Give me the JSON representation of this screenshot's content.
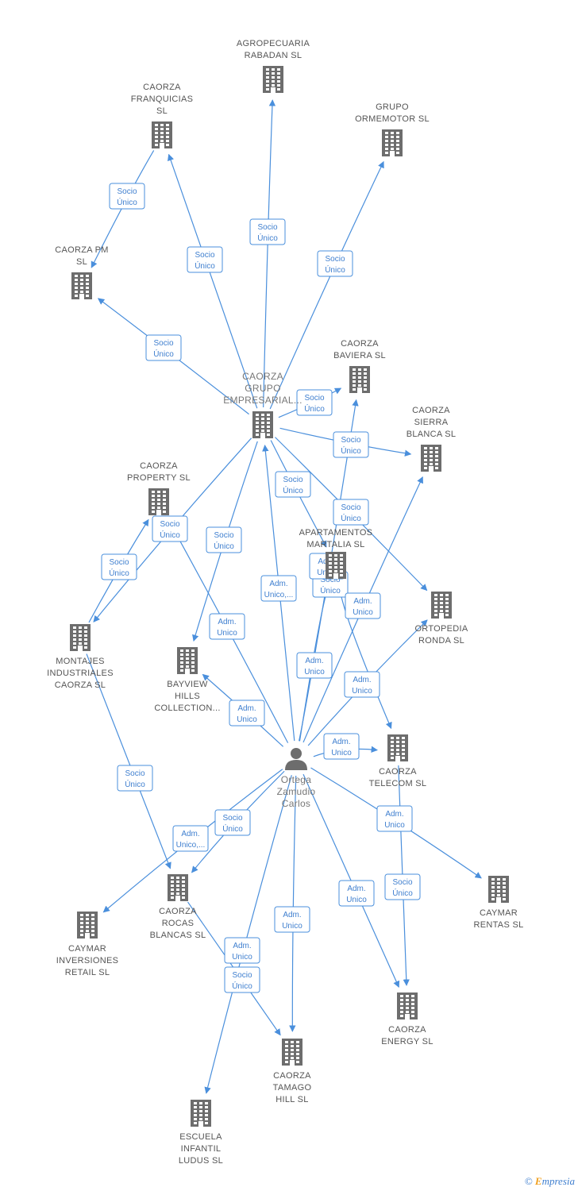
{
  "person": {
    "id": "ortega",
    "label_lines": [
      "Ortega",
      "Zamudio",
      "Carlos"
    ]
  },
  "companies": [
    {
      "id": "agropecuaria",
      "label_lines": [
        "AGROPECUARIA",
        "RABADAN  SL"
      ]
    },
    {
      "id": "franquicias",
      "label_lines": [
        "CAORZA",
        "FRANQUICIAS",
        "SL"
      ]
    },
    {
      "id": "ormemotor",
      "label_lines": [
        "GRUPO",
        "ORMEMOTOR SL"
      ]
    },
    {
      "id": "pm",
      "label_lines": [
        "CAORZA PM",
        "SL"
      ]
    },
    {
      "id": "grupo",
      "label_lines": [
        "CAORZA",
        "GRUPO",
        "EMPRESARIAL..."
      ]
    },
    {
      "id": "baviera",
      "label_lines": [
        "CAORZA",
        "BAVIERA  SL"
      ]
    },
    {
      "id": "sierra",
      "label_lines": [
        "CAORZA",
        "SIERRA",
        "BLANCA  SL"
      ]
    },
    {
      "id": "property",
      "label_lines": [
        "CAORZA",
        "PROPERTY  SL"
      ]
    },
    {
      "id": "martalia",
      "label_lines": [
        "APARTAMENTOS",
        "MARTALIA  SL"
      ]
    },
    {
      "id": "ortopedia",
      "label_lines": [
        "ORTOPEDIA",
        "RONDA  SL"
      ]
    },
    {
      "id": "montajes",
      "label_lines": [
        "MONTAJES",
        "INDUSTRIALES",
        "CAORZA SL"
      ]
    },
    {
      "id": "bayview",
      "label_lines": [
        "BAYVIEW",
        "HILLS",
        "COLLECTION..."
      ]
    },
    {
      "id": "telecom",
      "label_lines": [
        "CAORZA",
        "TELECOM  SL"
      ]
    },
    {
      "id": "caymar_rentas",
      "label_lines": [
        "CAYMAR",
        "RENTAS SL"
      ]
    },
    {
      "id": "caymar_inversiones",
      "label_lines": [
        "CAYMAR",
        "INVERSIONES",
        "RETAIL  SL"
      ]
    },
    {
      "id": "rocas",
      "label_lines": [
        "CAORZA",
        "ROCAS",
        "BLANCAS  SL"
      ]
    },
    {
      "id": "energy",
      "label_lines": [
        "CAORZA",
        "ENERGY  SL"
      ]
    },
    {
      "id": "tamago",
      "label_lines": [
        "CAORZA",
        "TAMAGO",
        "HILL  SL"
      ]
    },
    {
      "id": "ludus",
      "label_lines": [
        "ESCUELA",
        "INFANTIL",
        "LUDUS SL"
      ]
    }
  ],
  "edges": [
    {
      "from": "franquicias",
      "to": "pm",
      "label_lines": [
        "Socio",
        "Único"
      ]
    },
    {
      "from": "grupo",
      "to": "franquicias",
      "label_lines": [
        "Socio",
        "Único"
      ]
    },
    {
      "from": "grupo",
      "to": "agropecuaria",
      "label_lines": [
        "Socio",
        "Único"
      ]
    },
    {
      "from": "grupo",
      "to": "ormemotor",
      "label_lines": [
        "Socio",
        "Único"
      ]
    },
    {
      "from": "grupo",
      "to": "pm",
      "label_lines": [
        "Socio",
        "Único"
      ]
    },
    {
      "from": "grupo",
      "to": "baviera",
      "label_lines": [
        "Socio",
        "Único"
      ]
    },
    {
      "from": "grupo",
      "to": "sierra",
      "label_lines": [
        "Socio",
        "Único"
      ]
    },
    {
      "from": "grupo",
      "to": "martalia",
      "label_lines": [
        "Socio",
        "Único"
      ]
    },
    {
      "from": "grupo",
      "to": "ortopedia",
      "label_lines": [
        "Socio",
        "Único"
      ]
    },
    {
      "from": "grupo",
      "to": "montajes",
      "label_lines": [
        "Socio",
        "Único"
      ]
    },
    {
      "from": "grupo",
      "to": "bayview",
      "label_lines": [
        "Socio",
        "Único"
      ]
    },
    {
      "from": "montajes",
      "to": "property",
      "label_lines": [
        "Socio",
        "Único"
      ]
    },
    {
      "from": "montajes",
      "to": "rocas",
      "label_lines": [
        "Socio",
        "Único"
      ]
    },
    {
      "from": "martalia",
      "to": "telecom",
      "label_lines": [
        "Socio",
        "Único"
      ]
    },
    {
      "from": "ortega",
      "to": "grupo",
      "label_lines": [
        "Adm.",
        "Unico,..."
      ]
    },
    {
      "from": "ortega",
      "to": "property",
      "label_lines": [
        "Adm.",
        "Unico"
      ]
    },
    {
      "from": "ortega",
      "to": "bayview",
      "label_lines": [
        "Adm.",
        "Unico"
      ]
    },
    {
      "from": "ortega",
      "to": "martalia",
      "label_lines": [
        "Adm.",
        "Unico"
      ]
    },
    {
      "from": "ortega",
      "to": "baviera",
      "label_lines": [
        "Adm.",
        "Unico"
      ]
    },
    {
      "from": "ortega",
      "to": "sierra",
      "label_lines": [
        "Adm.",
        "Unico"
      ]
    },
    {
      "from": "ortega",
      "to": "ortopedia",
      "label_lines": [
        "Adm.",
        "Unico"
      ]
    },
    {
      "from": "ortega",
      "to": "telecom",
      "label_lines": [
        "Adm.",
        "Unico"
      ]
    },
    {
      "from": "ortega",
      "to": "caymar_rentas",
      "label_lines": [
        "Adm.",
        "Unico"
      ]
    },
    {
      "from": "ortega",
      "to": "caymar_inversiones",
      "label_lines": [
        "Adm.",
        "Unico,..."
      ]
    },
    {
      "from": "ortega",
      "to": "rocas",
      "label_lines": [
        "Socio",
        "Único"
      ]
    },
    {
      "from": "ortega",
      "to": "energy",
      "label_lines": [
        "Adm.",
        "Unico"
      ]
    },
    {
      "from": "ortega",
      "to": "tamago",
      "label_lines": [
        "Adm.",
        "Unico"
      ]
    },
    {
      "from": "ortega",
      "to": "ludus",
      "label_lines": [
        "Adm.",
        "Unico"
      ]
    },
    {
      "from": "rocas",
      "to": "tamago",
      "label_lines": [
        "Socio",
        "Único"
      ]
    },
    {
      "from": "telecom",
      "to": "energy",
      "label_lines": [
        "Socio",
        "Único"
      ]
    }
  ],
  "footer": {
    "copyright": "©",
    "brand_first": "E",
    "brand_rest": "mpresia"
  },
  "colors": {
    "edge": "#4a8fdc",
    "icon": "#6d6d6d",
    "label": "#555555"
  }
}
